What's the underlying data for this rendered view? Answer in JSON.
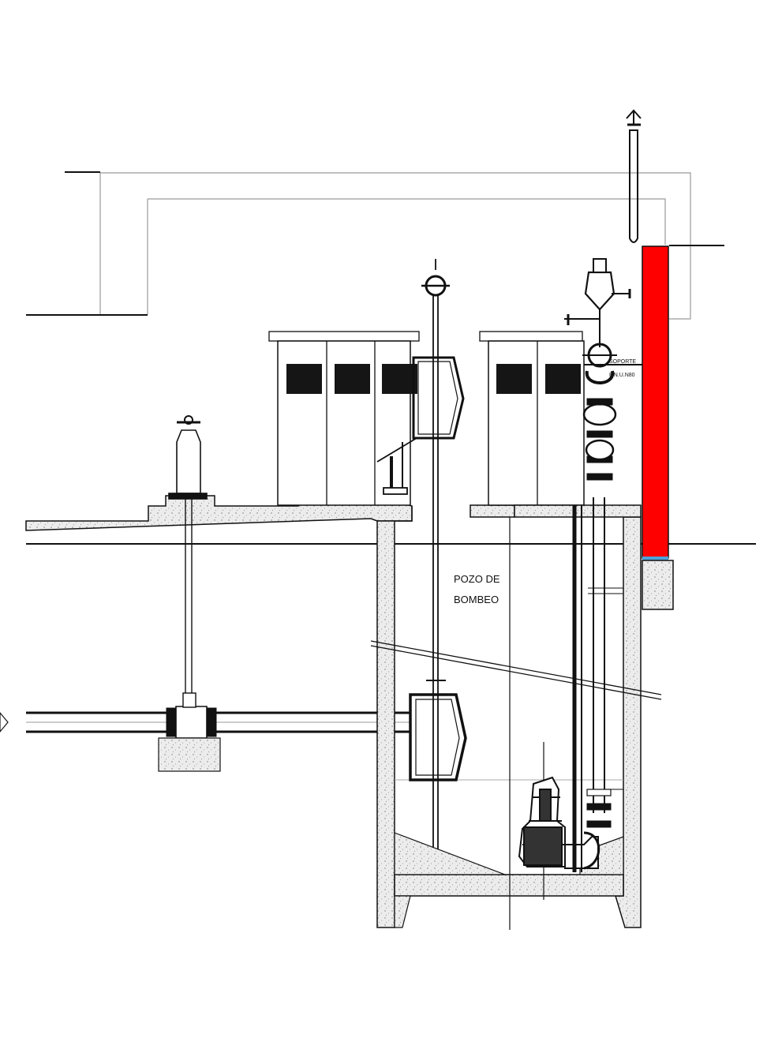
{
  "diagram": {
    "labels": {
      "pit_line1": "POZO DE",
      "pit_line2": "BOMBEO",
      "support_line1": "SOPORTE",
      "support_line2": "P.N.U.N80"
    },
    "colors": {
      "line": "#111111",
      "light_line": "#9a9a9a",
      "concrete": "#e6e6e6",
      "highlight_wall": "#ff0000",
      "water": "#4fa3d8",
      "window": "#151515"
    }
  }
}
